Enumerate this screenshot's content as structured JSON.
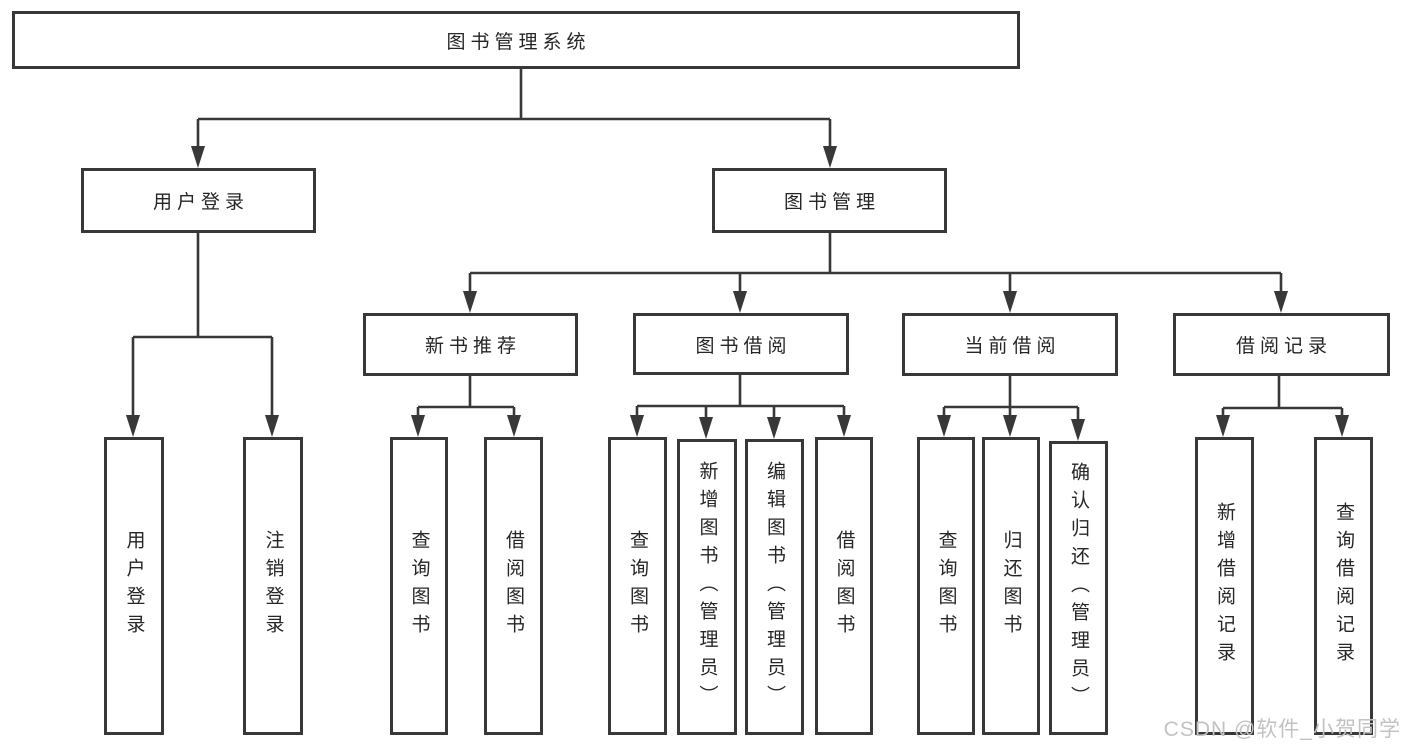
{
  "tree": {
    "label": "图书管理系统",
    "children": [
      {
        "label": "用户登录",
        "children": [
          {
            "label": "用户登录"
          },
          {
            "label": "注销登录"
          }
        ]
      },
      {
        "label": "图书管理",
        "children": [
          {
            "label": "新书推荐",
            "children": [
              {
                "label": "查询图书"
              },
              {
                "label": "借阅图书"
              }
            ]
          },
          {
            "label": "图书借阅",
            "children": [
              {
                "label": "查询图书"
              },
              {
                "label": "新增图书（管理员）"
              },
              {
                "label": "编辑图书（管理员）"
              },
              {
                "label": "借阅图书"
              }
            ]
          },
          {
            "label": "当前借阅",
            "children": [
              {
                "label": "查询图书"
              },
              {
                "label": "归还图书"
              },
              {
                "label": "确认归还（管理员）"
              }
            ]
          },
          {
            "label": "借阅记录",
            "children": [
              {
                "label": "新增借阅记录"
              },
              {
                "label": "查询借阅记录"
              }
            ]
          }
        ]
      }
    ]
  },
  "watermark": {
    "text": "CSDN @软件_小贺同学"
  },
  "colors": {
    "line": "#383838",
    "text": "#262626",
    "box_bg": "#ffffff",
    "background": "#ffffff",
    "watermark": "#c2c2c2"
  }
}
